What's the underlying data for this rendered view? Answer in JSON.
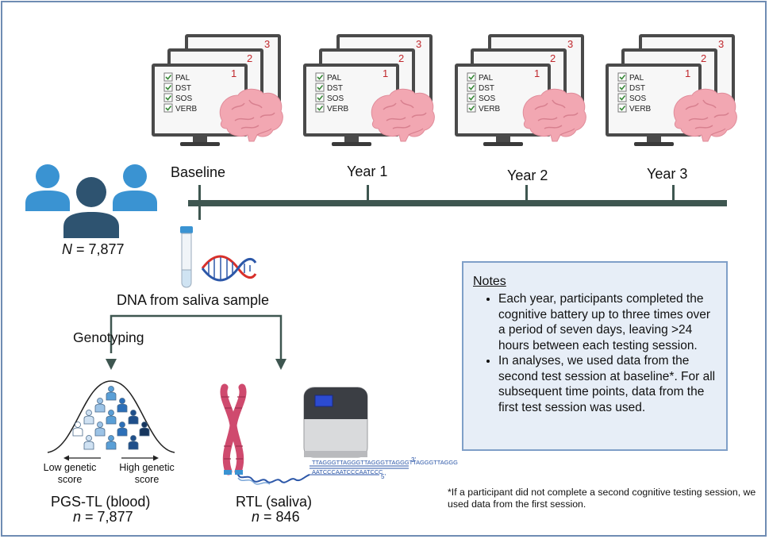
{
  "participants": {
    "n_label": "N",
    "n_value": "= 7,877"
  },
  "timeline": [
    "Baseline",
    "Year 1",
    "Year 2",
    "Year 3"
  ],
  "session_numbers": [
    "1",
    "2",
    "3"
  ],
  "tests": [
    "PAL",
    "DST",
    "SOS",
    "VERB"
  ],
  "dna_label": "DNA from saliva sample",
  "genotyping_label": "Genotyping",
  "pgs": {
    "low_label": "Low genetic score",
    "high_label": "High genetic score",
    "title": "PGS-TL (blood)",
    "n_label": "n",
    "n_value": "= 7,877"
  },
  "rtl": {
    "title": "RTL (saliva)",
    "n_label": "n",
    "n_value": "= 846",
    "seq_top": "TTAGGGTTAGGGTTAGGGTTAGGGTTAGGGTTAGGG",
    "seq_bottom": "AATCCCAATCCCAATCCC",
    "end_3": "3'",
    "end_5": "5'"
  },
  "notes": {
    "title": "Notes",
    "items": [
      "Each year, participants completed the cognitive battery up to three times over a period of seven days, leaving  >24 hours between each testing session.",
      "In analyses, we used data from the second test session at baseline*. For all subsequent time points, data from the first test session was used."
    ]
  },
  "footnote": "*If a participant did not complete a second cognitive testing session, we used data from the first session.",
  "colors": {
    "timeline": "#3e5650",
    "people_light": "#3a93d2",
    "people_dark": "#2e5370",
    "monitor_frame": "#4a4a4a",
    "brain": "#f2a7b2",
    "dna_red": "#d8302b",
    "dna_blue": "#2c57a8",
    "chromosome": "#cf4a6e",
    "notes_bg": "#e7eef7",
    "notes_border": "#7f9fc8",
    "session_number": "#c0282d"
  }
}
